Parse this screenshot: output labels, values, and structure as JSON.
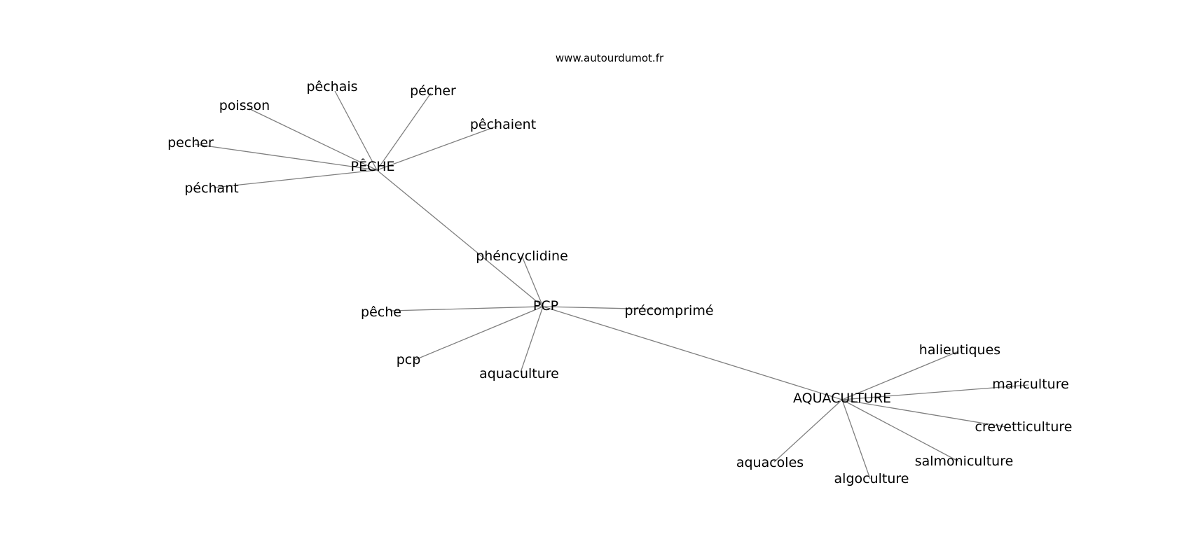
{
  "header": {
    "watermark": "www.autourdumot.fr"
  },
  "colors": {
    "edge": "#7f7f7f",
    "text": "#000000",
    "background": "#ffffff"
  },
  "graph": {
    "nodes": [
      {
        "id": "peche_hub",
        "label": "PÊCHE"
      },
      {
        "id": "pechais",
        "label": "pêchais"
      },
      {
        "id": "pecher_acc",
        "label": "pécher"
      },
      {
        "id": "poisson",
        "label": "poisson"
      },
      {
        "id": "pechaient",
        "label": "pêchaient"
      },
      {
        "id": "pecher",
        "label": "pecher"
      },
      {
        "id": "pechant",
        "label": "péchant"
      },
      {
        "id": "pcp_hub",
        "label": "PCP"
      },
      {
        "id": "phencyclidine",
        "label": "phéncyclidine"
      },
      {
        "id": "peche",
        "label": "pêche"
      },
      {
        "id": "precomprime",
        "label": "précomprimé"
      },
      {
        "id": "pcp",
        "label": "pcp"
      },
      {
        "id": "aquaculture_lc",
        "label": "aquaculture"
      },
      {
        "id": "aquaculture_hub",
        "label": "AQUACULTURE"
      },
      {
        "id": "halieutiques",
        "label": "halieutiques"
      },
      {
        "id": "mariculture",
        "label": "mariculture"
      },
      {
        "id": "crevetticulture",
        "label": "crevetticulture"
      },
      {
        "id": "salmoniculture",
        "label": "salmoniculture"
      },
      {
        "id": "aquacoles",
        "label": "aquacoles"
      },
      {
        "id": "algoculture",
        "label": "algoculture"
      }
    ],
    "edges": [
      [
        "peche_hub",
        "pechais"
      ],
      [
        "peche_hub",
        "pecher_acc"
      ],
      [
        "peche_hub",
        "poisson"
      ],
      [
        "peche_hub",
        "pechaient"
      ],
      [
        "peche_hub",
        "pecher"
      ],
      [
        "peche_hub",
        "pechant"
      ],
      [
        "peche_hub",
        "pcp_hub"
      ],
      [
        "pcp_hub",
        "phencyclidine"
      ],
      [
        "pcp_hub",
        "peche"
      ],
      [
        "pcp_hub",
        "precomprime"
      ],
      [
        "pcp_hub",
        "pcp"
      ],
      [
        "pcp_hub",
        "aquaculture_lc"
      ],
      [
        "pcp_hub",
        "aquaculture_hub"
      ],
      [
        "aquaculture_hub",
        "halieutiques"
      ],
      [
        "aquaculture_hub",
        "mariculture"
      ],
      [
        "aquaculture_hub",
        "crevetticulture"
      ],
      [
        "aquaculture_hub",
        "salmoniculture"
      ],
      [
        "aquaculture_hub",
        "aquacoles"
      ],
      [
        "aquaculture_hub",
        "algoculture"
      ]
    ]
  }
}
